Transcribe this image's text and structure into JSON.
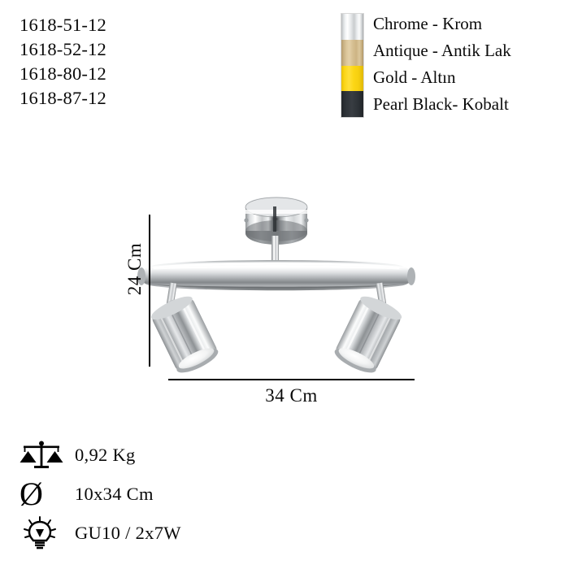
{
  "product_codes": [
    "1618-51-12",
    "1618-52-12",
    "1618-80-12",
    "1618-87-12"
  ],
  "finish_legend": {
    "items": [
      {
        "label": "Chrome - Krom",
        "swatch_name": "chrome-swatch",
        "color": "#E8EAEC"
      },
      {
        "label": "Antique - Antik Lak",
        "swatch_name": "antique-swatch",
        "color": "#D6BF92"
      },
      {
        "label": "Gold - Altın",
        "swatch_name": "gold-swatch",
        "color": "#FCD615"
      },
      {
        "label": "Pearl Black- Kobalt",
        "swatch_name": "pearl-black-swatch",
        "color": "#2E3338"
      }
    ]
  },
  "product_image": {
    "alt": "Two-head chrome ceiling spotlight bar",
    "body_color": "#C9CCCE",
    "highlight_color": "#FFFFFF",
    "shadow_color": "#6E7275",
    "lens_color": "#F4F4F4"
  },
  "dimensions": {
    "height_label": "24 Cm",
    "width_label": "34 Cm"
  },
  "specifications": [
    {
      "icon": "balance-scale-icon",
      "value": "0,92 Kg"
    },
    {
      "icon": "diameter-icon",
      "value": "10x34 Cm",
      "glyph": "Ø"
    },
    {
      "icon": "light-bulb-icon",
      "value": "GU10 / 2x7W"
    }
  ]
}
